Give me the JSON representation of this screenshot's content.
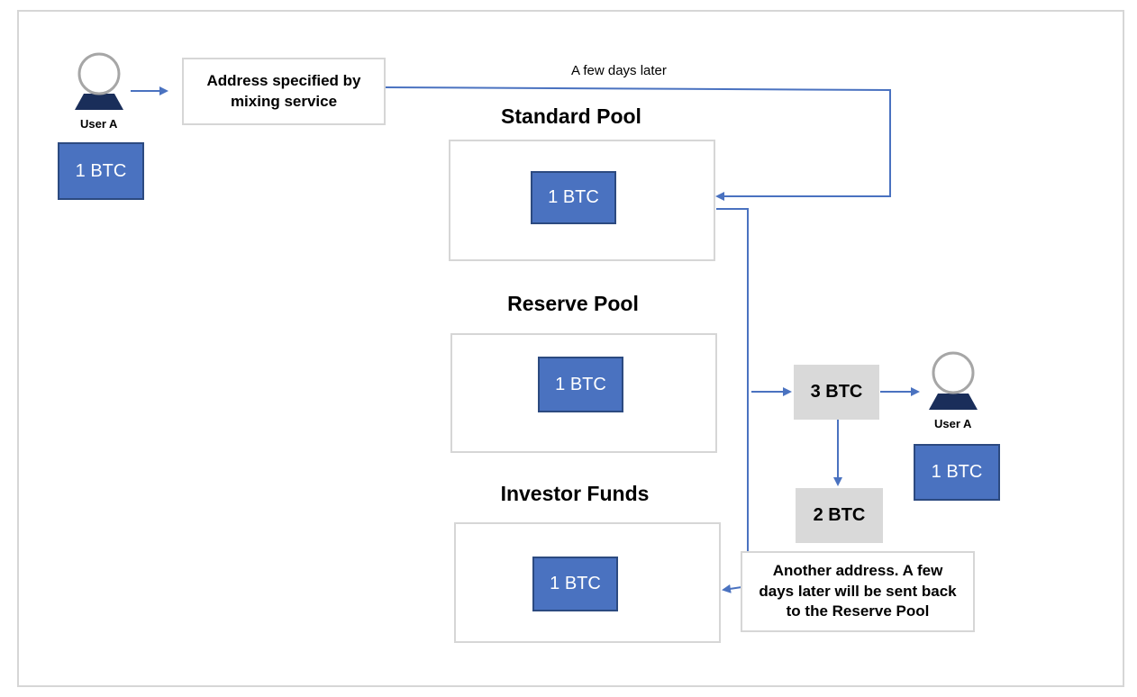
{
  "top_user": {
    "label": "User A",
    "btc": "1 BTC"
  },
  "mixing_address": {
    "text": "Address specified by mixing service"
  },
  "delay_label": "A few days later",
  "standard_pool": {
    "title": "Standard Pool",
    "btc": "1 BTC"
  },
  "reserve_pool": {
    "title": "Reserve Pool",
    "btc": "1 BTC"
  },
  "investor_funds": {
    "title": "Investor Funds",
    "btc": "1 BTC"
  },
  "total_node": "3 BTC",
  "remainder_node": "2 BTC",
  "bottom_user": {
    "label": "User A",
    "btc": "1 BTC"
  },
  "another_address": {
    "text": "Another address. A few days later will be sent back to the Reserve Pool"
  },
  "colors": {
    "accent": "#4a72c0",
    "btc_fill": "#4a72c0",
    "grey_fill": "#d9d9d9",
    "user_dark": "#1a2e5a",
    "arrow": "#4a72c0"
  }
}
